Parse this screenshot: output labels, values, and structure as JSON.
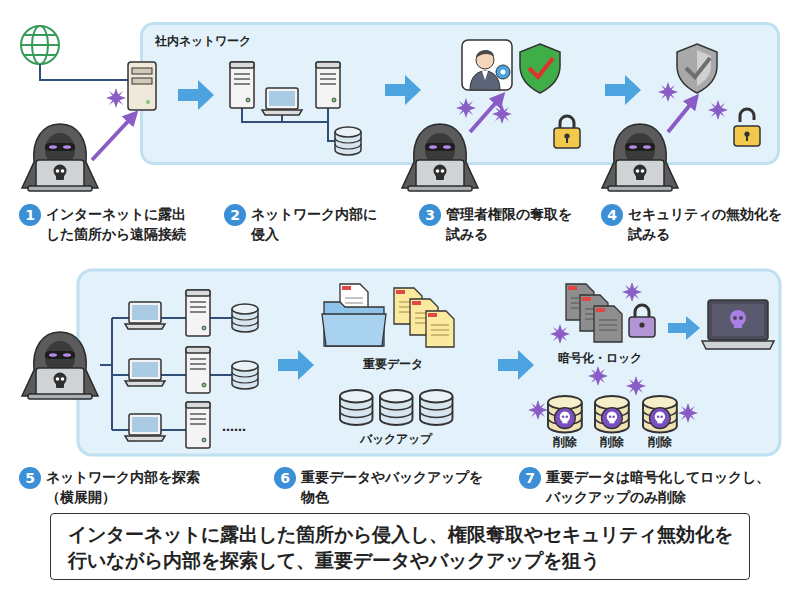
{
  "diagram": {
    "caption": "インターネットに露出した箇所から侵入し、権限奪取やセキュリティ無効化を行いながら内部を探索して、重要データやバックアップを狙う",
    "nodes": [
      {
        "text": [
          "社内ネットワーク"
        ]
      }
    ],
    "labels": [
      "1",
      "インターネットに露出した箇所から遠隔接続",
      "2",
      "ネットワーク内部に侵入",
      "3",
      "管理者権限の奪取を試みる",
      "4",
      "セキュリティの無効化を試みる",
      "重要データ",
      "バックアップ",
      "暗号化・ロック",
      "削除",
      "削除",
      "削除",
      "……",
      "5",
      "ネットワーク内部を探索（横展開）",
      "6",
      "重要データやバックアップを物色",
      "7",
      "重要データは暗号化してロックし、バックアップのみ削除"
    ]
  }
}
